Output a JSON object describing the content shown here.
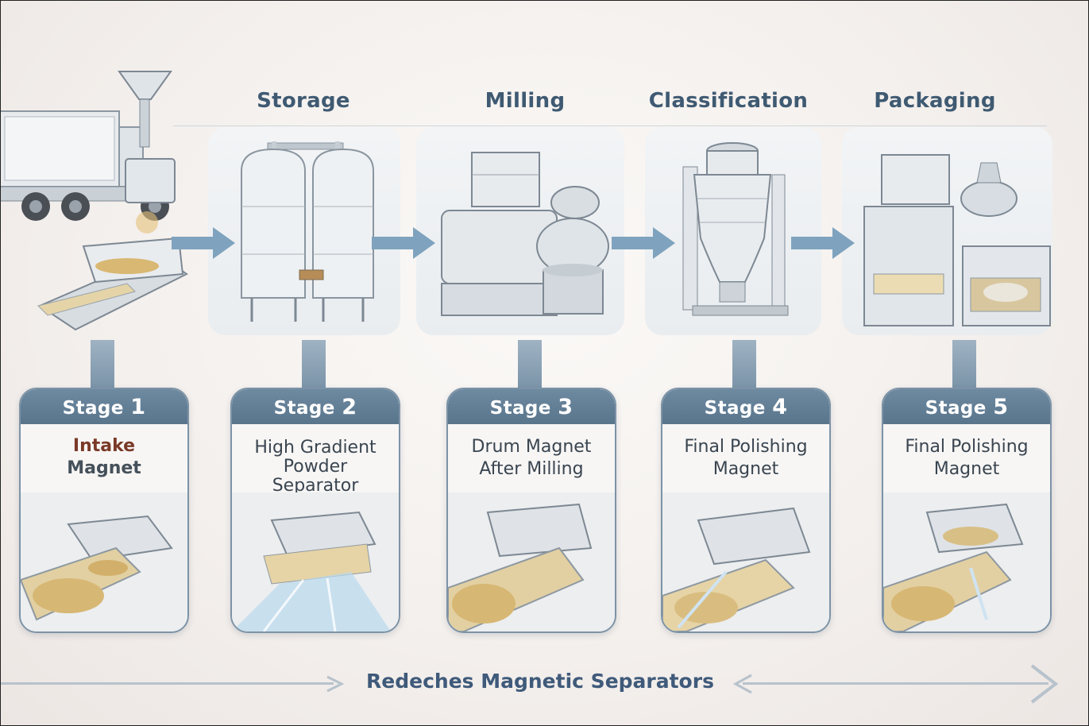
{
  "headers": {
    "storage": "Storage",
    "milling": "Milling",
    "classification": "Classification",
    "packaging": "Packaging"
  },
  "stages": [
    {
      "label": "Stage",
      "number": "1",
      "title_line1": "Intake",
      "title_line2": "Magnet"
    },
    {
      "label": "Stage",
      "number": "2",
      "title_line1": "High Gradient",
      "title_line2": "Powder",
      "title_line3": "Separator"
    },
    {
      "label": "Stage",
      "number": "3",
      "title_line1": "Drum Magnet",
      "title_line2": "After Milling"
    },
    {
      "label": "Stage",
      "number": "4",
      "title_line1": "Final Polishing",
      "title_line2": "Magnet"
    },
    {
      "label": "Stage",
      "number": "5",
      "title_line1": "Final Polishing",
      "title_line2": "Magnet"
    }
  ],
  "footer": {
    "title": "Redeches Magnetic Separators"
  },
  "colors": {
    "header_text": "#3f5a72",
    "card_header": "#5f7b92",
    "arrow": "#7fa3be",
    "stage1_title": "#7a3a28"
  },
  "icons": [
    "truck-icon",
    "hopper-icon",
    "silo-icon",
    "mill-icon",
    "classifier-icon",
    "packaging-machine-icon",
    "magnetic-separator-icon"
  ]
}
